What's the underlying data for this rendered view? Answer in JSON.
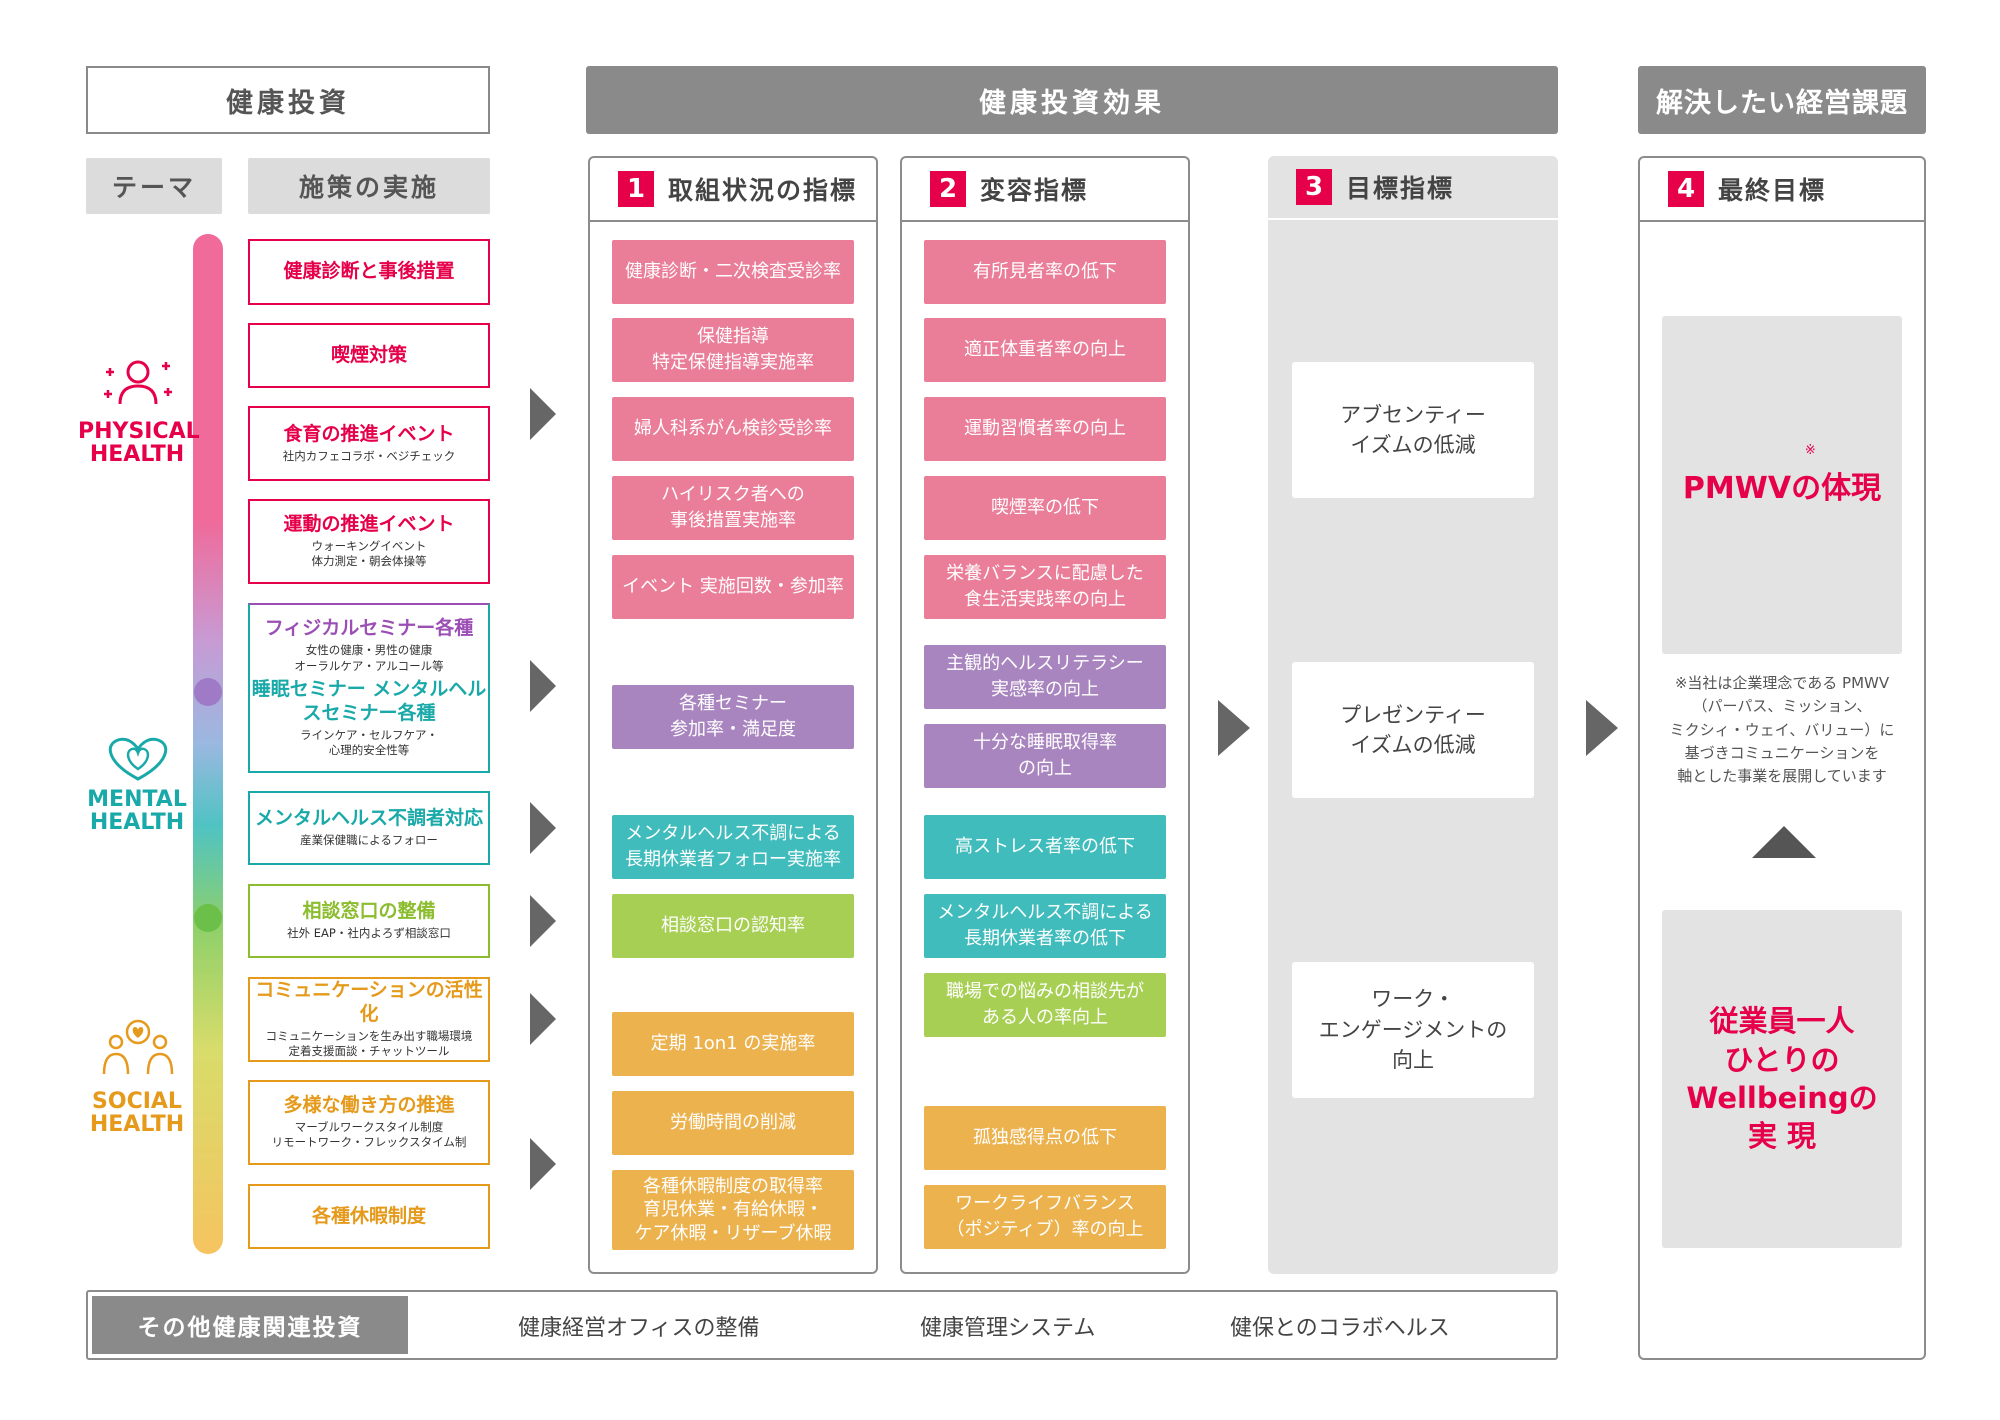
{
  "headers": {
    "investment": "健康投資",
    "effects": "健康投資効果",
    "issues": "解決したい経営課題"
  },
  "subheaders": {
    "theme": "テーマ",
    "measures": "施策の実施"
  },
  "themes": {
    "physical": "PHYSICAL\nHEALTH",
    "mental": "MENTAL\nHEALTH",
    "social": "SOCIAL\nHEALTH"
  },
  "colors": {
    "pink": "#e6004a",
    "pinkFill": "#ea7d98",
    "purpleFill": "#a985bf",
    "tealFill": "#41bcbc",
    "greenFill": "#a7cf54",
    "orangeFill": "#ecb24e",
    "gray": "#8a8a8a"
  },
  "measures": [
    {
      "title": "健康診断と事後措置",
      "sub": "",
      "color": "#e6004a"
    },
    {
      "title": "喫煙対策",
      "sub": "",
      "color": "#e6004a"
    },
    {
      "title": "食育の推進イベント",
      "sub": "社内カフェコラボ・ベジチェック",
      "color": "#e6004a"
    },
    {
      "title": "運動の推進イベント",
      "sub": "ウォーキングイベント\n体力測定・朝会体操等",
      "color": "#e6004a"
    },
    {
      "title": "フィジカルセミナー各種",
      "sub": "女性の健康・男性の健康\nオーラルケア・アルコール等",
      "title2": "睡眠セミナー\nメンタルヘルスセミナー各種",
      "sub2": "ラインケア・セルフケア・\n心理的安全性等",
      "color": "#9b4fb5",
      "color2": "#1aa9a9"
    },
    {
      "title": "メンタルヘルス不調者対応",
      "sub": "産業保健職によるフォロー",
      "color": "#1aa9a9"
    },
    {
      "title": "相談窓口の整備",
      "sub": "社外 EAP・社内よろず相談窓口",
      "color": "#8cbd2f"
    },
    {
      "title": "コミュニケーションの活性化",
      "sub": "コミュニケーションを生み出す職場環境\n定着支援面談・チャットツール",
      "color": "#e59a1c"
    },
    {
      "title": "多様な働き方の推進",
      "sub": "マーブルワークスタイル制度\nリモートワーク・フレックスタイム制",
      "color": "#e59a1c"
    },
    {
      "title": "各種休暇制度",
      "sub": "",
      "color": "#e59a1c"
    }
  ],
  "col1": {
    "num": "1",
    "title": "取組状況の指標",
    "items": [
      "健康診断・二次検査受診率",
      "保健指導\n特定保健指導実施率",
      "婦人科系がん検診受診率",
      "ハイリスク者への\n事後措置実施率",
      "イベント 実施回数・参加率",
      "各種セミナー\n参加率・満足度",
      "メンタルヘルス不調による\n長期休業者フォロー実施率",
      "相談窓口の認知率",
      "定期 1on1 の実施率",
      "労働時間の削減",
      "各種休暇制度の取得率\n育児休業・有給休暇・\nケア休暇・リザーブ休暇"
    ]
  },
  "col2": {
    "num": "2",
    "title": "変容指標",
    "items": [
      "有所見者率の低下",
      "適正体重者率の向上",
      "運動習慣者率の向上",
      "喫煙率の低下",
      "栄養バランスに配慮した\n食生活実践率の向上",
      "主観的ヘルスリテラシー\n実感率の向上",
      "十分な睡眠取得率\nの向上",
      "高ストレス者率の低下",
      "メンタルヘルス不調による\n長期休業者率の低下",
      "職場での悩みの相談先が\nある人の率向上",
      "孤独感得点の低下",
      "ワークライフバランス\n（ポジティブ）率の向上"
    ]
  },
  "col3": {
    "num": "3",
    "title": "目標指標",
    "items": [
      "アブセンティー\nイズムの低減",
      "プレゼンティー\nイズムの低減",
      "ワーク・\nエンゲージメントの\n向上"
    ]
  },
  "col4": {
    "num": "4",
    "title": "最終目標",
    "mark": "※",
    "goal1": "PMWVの体現",
    "note": "※当社は企業理念である PMWV\n（パーパス、ミッション、\nミクシィ・ウェイ、バリュー）に\n基づきコミュニケーションを\n軸とした事業を展開しています",
    "goal2": "従業員一人\nひとりの\nWellbeingの\n実 現"
  },
  "footer": {
    "label": "その他健康関連投資",
    "items": [
      "健康経営オフィスの整備",
      "健康管理システム",
      "健保とのコラボヘルス"
    ]
  }
}
